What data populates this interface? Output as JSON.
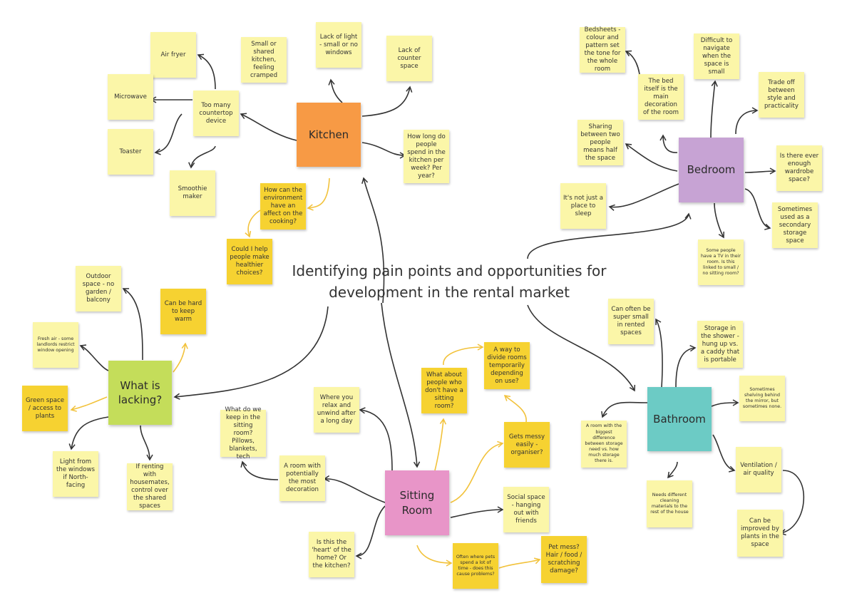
{
  "title": "Identifying pain points and opportunities for development in the rental market",
  "colors": {
    "kitchen": "#f79a45",
    "bedroom": "#c7a3d4",
    "lacking": "#c4dd5a",
    "sitting_room": "#e895c8",
    "bathroom": "#6ccbc5",
    "pale_note": "#fbf6a8",
    "gold_note": "#f6d231",
    "arrow_dark": "#333333",
    "arrow_gold": "#f2c23b"
  },
  "hubs": {
    "kitchen": "Kitchen",
    "bedroom": "Bedroom",
    "lacking": "What is lacking?",
    "sitting_room": "Sitting Room",
    "bathroom": "Bathroom"
  },
  "notes": {
    "air_fryer": "Air fryer",
    "microwave": "Microwave",
    "toaster": "Toaster",
    "smoothie": "Smoothie maker",
    "countertop": "Too many countertop device",
    "small_kitchen": "Small or shared kitchen, feeling cramped",
    "lack_light": "Lack of light - small or no windows",
    "counter_space": "Lack of counter space",
    "time_kitchen": "How long do people spend in the kitchen per week? Per year?",
    "environment": "How can the environment have an affect on the cooking?",
    "healthier": "Could I help people make healthier choices?",
    "bedsheets": "Bedsheets - colour and pattern set the tone for the whole room",
    "navigate": "Difficult to navigate when the space is small",
    "bed_decoration": "The bed itself is the main decoration of the room",
    "tradeoff": "Trade off between style and practicality",
    "sharing": "Sharing between two people means half the space",
    "wardrobe": "Is there ever enough wardrobe space?",
    "sleep": "It's not just a place to sleep",
    "storage_space": "Sometimes used as a secondary storage space",
    "tv": "Some people have a TV in their room. Is this linked to small / no sitting room?",
    "outdoor": "Outdoor space - no garden / balcony",
    "warm": "Can be hard to keep warm",
    "fresh_air": "Fresh air - some landlords restrict window opening",
    "green_space": "Green space / access to plants",
    "light_windows": "Light from the windows if North-facing",
    "housemates": "If renting with housemates, control over the shared spaces",
    "super_small": "Can often be super small in rented spaces",
    "shower_storage": "Storage in the shower - hung up vs. a caddy that is portable",
    "shelving": "Sometimes shelving behind the mirror, but sometimes none.",
    "storage_diff": "A room with the biggest difference between storage need vs. how much storage there is.",
    "ventilation": "Ventilation / air quality",
    "cleaning": "Needs different cleaning materials to the rest of the house",
    "plants": "Can be improved by plants in the space",
    "relax": "Where you relax and unwind after a long day",
    "divide": "A way to divide rooms temporarily depending on use?",
    "what_keep": "What do we keep in the sitting room? Pillows, blankets, tech",
    "no_sitting": "What about people who don't have a sitting room?",
    "messy": "Gets messy easily - organiser?",
    "decoration": "A room with potentially the most decoration",
    "social": "Social space - hanging out with friends",
    "heart": "Is this the 'heart' of the home? Or the kitchen?",
    "pets_time": "Often where pets spend a lot of time - does this cause problems?",
    "pet_mess": "Pet mess? Hair / food / scratching damage?"
  }
}
